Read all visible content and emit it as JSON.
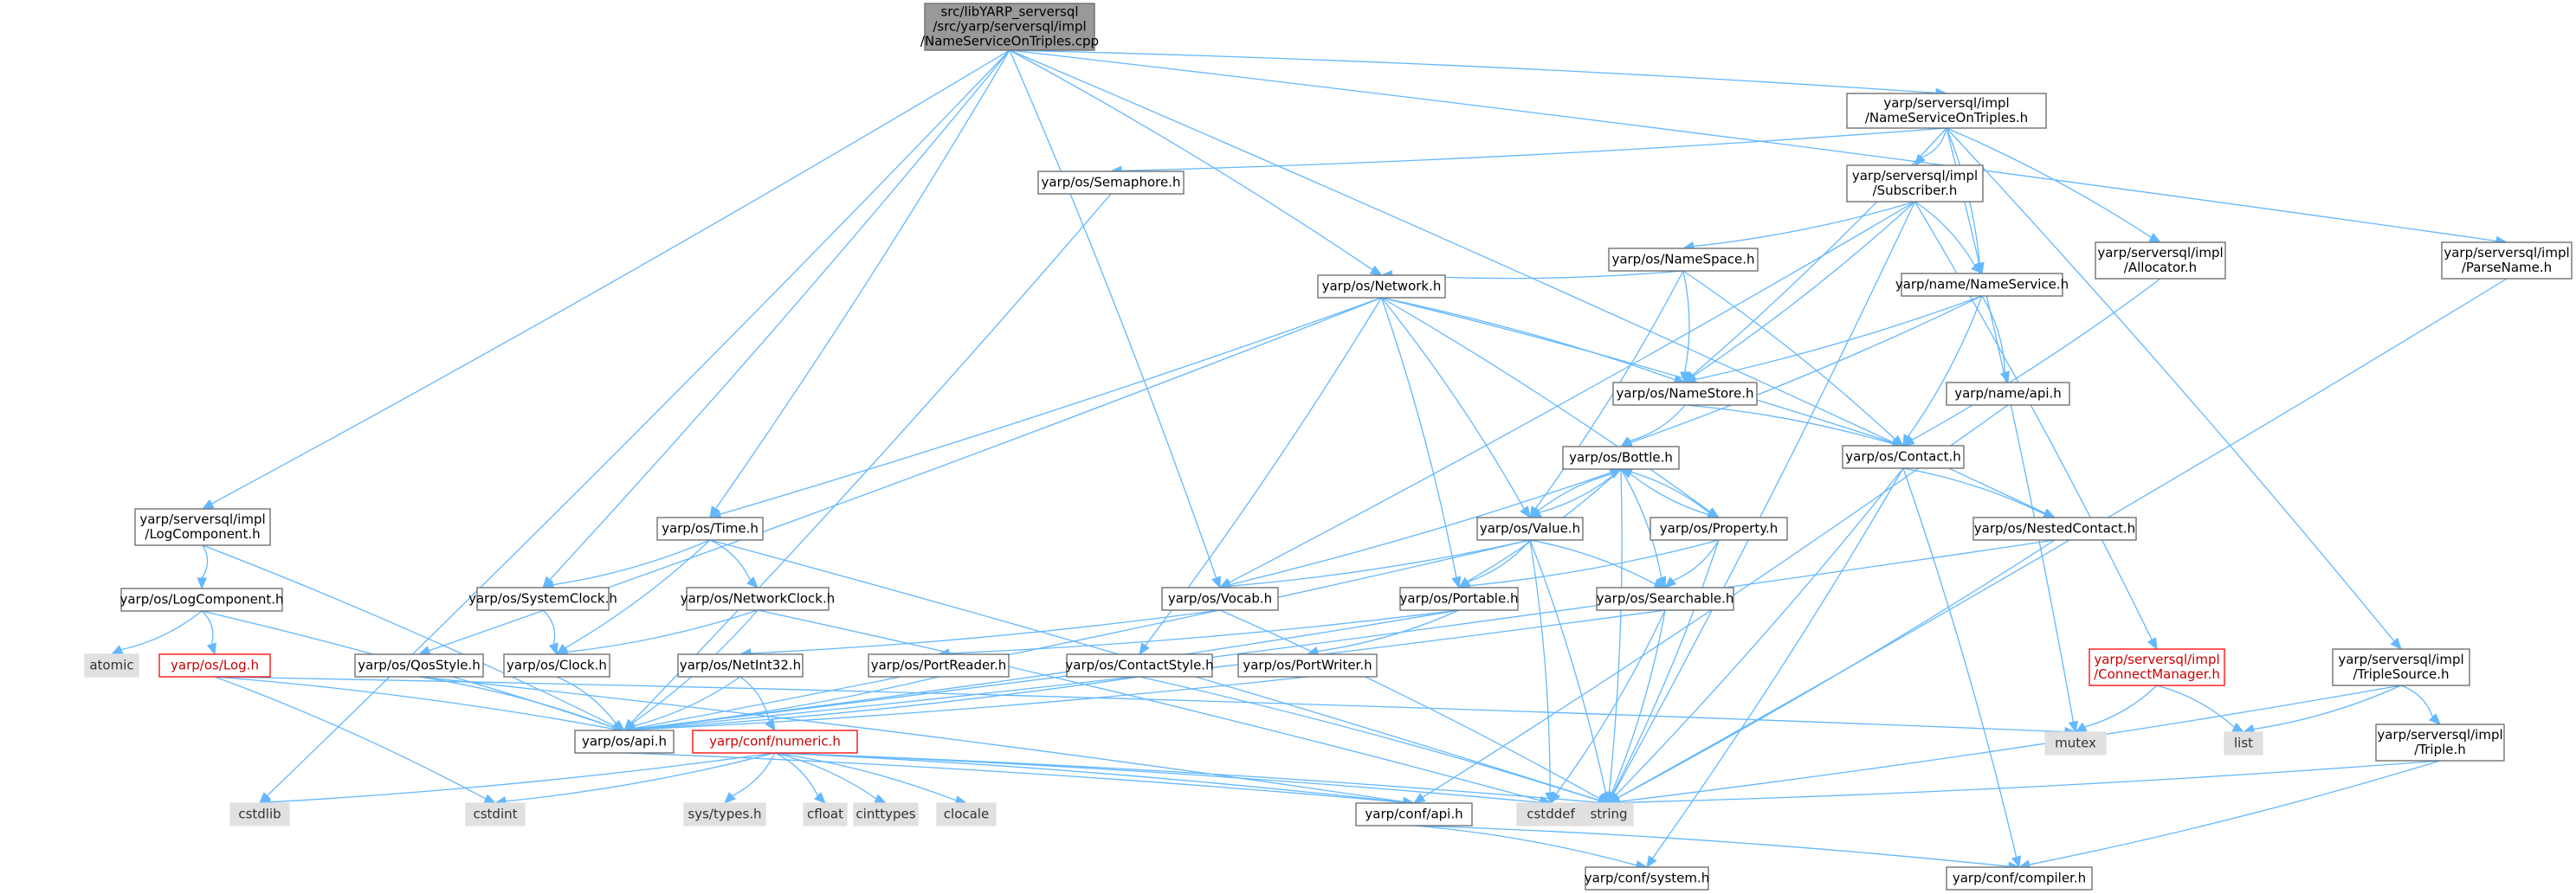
{
  "colors": {
    "edge": "#63b8ff",
    "node_border": "#666666",
    "root_fill": "#999999",
    "external_fill": "#e0e0e0",
    "missing_border": "#ff0000",
    "missing_text": "#cc0000"
  },
  "nodes": [
    {
      "id": "root",
      "lines": [
        "src/libYARP_serversql",
        "/src/yarp/serversql/impl",
        "/NameServiceOnTriples.cpp"
      ],
      "kind": "root"
    },
    {
      "id": "nsot_h",
      "lines": [
        "yarp/serversql/impl",
        "/NameServiceOnTriples.h"
      ],
      "kind": "normal"
    },
    {
      "id": "semaphore",
      "lines": [
        "yarp/os/Semaphore.h"
      ],
      "kind": "normal"
    },
    {
      "id": "subscriber",
      "lines": [
        "yarp/serversql/impl",
        "/Subscriber.h"
      ],
      "kind": "normal"
    },
    {
      "id": "allocator",
      "lines": [
        "yarp/serversql/impl",
        "/Allocator.h"
      ],
      "kind": "normal"
    },
    {
      "id": "parsename",
      "lines": [
        "yarp/serversql/impl",
        "/ParseName.h"
      ],
      "kind": "normal"
    },
    {
      "id": "namespace",
      "lines": [
        "yarp/os/NameSpace.h"
      ],
      "kind": "normal"
    },
    {
      "id": "network",
      "lines": [
        "yarp/os/Network.h"
      ],
      "kind": "normal"
    },
    {
      "id": "nameservice",
      "lines": [
        "yarp/name/NameService.h"
      ],
      "kind": "normal"
    },
    {
      "id": "namestore",
      "lines": [
        "yarp/os/NameStore.h"
      ],
      "kind": "normal"
    },
    {
      "id": "nameapi",
      "lines": [
        "yarp/name/api.h"
      ],
      "kind": "normal"
    },
    {
      "id": "contact",
      "lines": [
        "yarp/os/Contact.h"
      ],
      "kind": "normal"
    },
    {
      "id": "bottle",
      "lines": [
        "yarp/os/Bottle.h"
      ],
      "kind": "normal"
    },
    {
      "id": "logcomp_impl",
      "lines": [
        "yarp/serversql/impl",
        "/LogComponent.h"
      ],
      "kind": "normal"
    },
    {
      "id": "time",
      "lines": [
        "yarp/os/Time.h"
      ],
      "kind": "normal"
    },
    {
      "id": "value",
      "lines": [
        "yarp/os/Value.h"
      ],
      "kind": "normal"
    },
    {
      "id": "property",
      "lines": [
        "yarp/os/Property.h"
      ],
      "kind": "normal"
    },
    {
      "id": "nestedcontact",
      "lines": [
        "yarp/os/NestedContact.h"
      ],
      "kind": "normal"
    },
    {
      "id": "oslogcomp",
      "lines": [
        "yarp/os/LogComponent.h"
      ],
      "kind": "normal"
    },
    {
      "id": "systemclock",
      "lines": [
        "yarp/os/SystemClock.h"
      ],
      "kind": "normal"
    },
    {
      "id": "networkclock",
      "lines": [
        "yarp/os/NetworkClock.h"
      ],
      "kind": "normal"
    },
    {
      "id": "vocab",
      "lines": [
        "yarp/os/Vocab.h"
      ],
      "kind": "normal"
    },
    {
      "id": "portable",
      "lines": [
        "yarp/os/Portable.h"
      ],
      "kind": "normal"
    },
    {
      "id": "searchable",
      "lines": [
        "yarp/os/Searchable.h"
      ],
      "kind": "normal"
    },
    {
      "id": "atomic",
      "lines": [
        "atomic"
      ],
      "kind": "ext"
    },
    {
      "id": "log",
      "lines": [
        "yarp/os/Log.h"
      ],
      "kind": "red"
    },
    {
      "id": "qosstyle",
      "lines": [
        "yarp/os/QosStyle.h"
      ],
      "kind": "normal"
    },
    {
      "id": "clock",
      "lines": [
        "yarp/os/Clock.h"
      ],
      "kind": "normal"
    },
    {
      "id": "netint32",
      "lines": [
        "yarp/os/NetInt32.h"
      ],
      "kind": "normal"
    },
    {
      "id": "portreader",
      "lines": [
        "yarp/os/PortReader.h"
      ],
      "kind": "normal"
    },
    {
      "id": "contactstyle",
      "lines": [
        "yarp/os/ContactStyle.h"
      ],
      "kind": "normal"
    },
    {
      "id": "portwriter",
      "lines": [
        "yarp/os/PortWriter.h"
      ],
      "kind": "normal"
    },
    {
      "id": "connectmanager",
      "lines": [
        "yarp/serversql/impl",
        "/ConnectManager.h"
      ],
      "kind": "red"
    },
    {
      "id": "triplesource",
      "lines": [
        "yarp/serversql/impl",
        "/TripleSource.h"
      ],
      "kind": "normal"
    },
    {
      "id": "triple",
      "lines": [
        "yarp/serversql/impl",
        "/Triple.h"
      ],
      "kind": "normal"
    },
    {
      "id": "osapi",
      "lines": [
        "yarp/os/api.h"
      ],
      "kind": "normal"
    },
    {
      "id": "numeric",
      "lines": [
        "yarp/conf/numeric.h"
      ],
      "kind": "red"
    },
    {
      "id": "mutex",
      "lines": [
        "mutex"
      ],
      "kind": "ext"
    },
    {
      "id": "list",
      "lines": [
        "list"
      ],
      "kind": "ext"
    },
    {
      "id": "cstdlib",
      "lines": [
        "cstdlib"
      ],
      "kind": "ext"
    },
    {
      "id": "cstdint",
      "lines": [
        "cstdint"
      ],
      "kind": "ext"
    },
    {
      "id": "systypes",
      "lines": [
        "sys/types.h"
      ],
      "kind": "ext"
    },
    {
      "id": "cfloat",
      "lines": [
        "cfloat"
      ],
      "kind": "ext"
    },
    {
      "id": "cinttypes",
      "lines": [
        "cinttypes"
      ],
      "kind": "ext"
    },
    {
      "id": "clocale",
      "lines": [
        "clocale"
      ],
      "kind": "ext"
    },
    {
      "id": "confapi",
      "lines": [
        "yarp/conf/api.h"
      ],
      "kind": "normal"
    },
    {
      "id": "cstddef",
      "lines": [
        "cstddef"
      ],
      "kind": "ext"
    },
    {
      "id": "string",
      "lines": [
        "string"
      ],
      "kind": "ext"
    },
    {
      "id": "confsystem",
      "lines": [
        "yarp/conf/system.h"
      ],
      "kind": "normal"
    },
    {
      "id": "confcompiler",
      "lines": [
        "yarp/conf/compiler.h"
      ],
      "kind": "normal"
    }
  ],
  "edges": [
    [
      "root",
      "nsot_h"
    ],
    [
      "root",
      "network"
    ],
    [
      "root",
      "time"
    ],
    [
      "root",
      "systemclock"
    ],
    [
      "root",
      "vocab"
    ],
    [
      "root",
      "nestedcontact"
    ],
    [
      "root",
      "parsename"
    ],
    [
      "root",
      "logcomp_impl"
    ],
    [
      "root",
      "cstdlib"
    ],
    [
      "nsot_h",
      "semaphore"
    ],
    [
      "nsot_h",
      "subscriber"
    ],
    [
      "nsot_h",
      "allocator"
    ],
    [
      "nsot_h",
      "namestore"
    ],
    [
      "nsot_h",
      "nameservice"
    ],
    [
      "nsot_h",
      "triplesource"
    ],
    [
      "nsot_h",
      "mutex"
    ],
    [
      "semaphore",
      "osapi"
    ],
    [
      "subscriber",
      "namespace"
    ],
    [
      "subscriber",
      "nameservice"
    ],
    [
      "subscriber",
      "namestore"
    ],
    [
      "subscriber",
      "vocab"
    ],
    [
      "subscriber",
      "connectmanager"
    ],
    [
      "subscriber",
      "string"
    ],
    [
      "allocator",
      "contact"
    ],
    [
      "parsename",
      "string"
    ],
    [
      "namespace",
      "network"
    ],
    [
      "namespace",
      "namestore"
    ],
    [
      "namespace",
      "contact"
    ],
    [
      "namespace",
      "value"
    ],
    [
      "network",
      "namestore"
    ],
    [
      "network",
      "contact"
    ],
    [
      "network",
      "time"
    ],
    [
      "network",
      "value"
    ],
    [
      "network",
      "property"
    ],
    [
      "network",
      "portable"
    ],
    [
      "network",
      "qosstyle"
    ],
    [
      "network",
      "contactstyle"
    ],
    [
      "nameservice",
      "namestore"
    ],
    [
      "nameservice",
      "nameapi"
    ],
    [
      "nameservice",
      "contact"
    ],
    [
      "nameservice",
      "bottle"
    ],
    [
      "namestore",
      "contact"
    ],
    [
      "namestore",
      "bottle"
    ],
    [
      "nameapi",
      "confapi"
    ],
    [
      "contact",
      "nestedcontact"
    ],
    [
      "contact",
      "string"
    ],
    [
      "contact",
      "confsystem"
    ],
    [
      "contact",
      "confcompiler"
    ],
    [
      "bottle",
      "value"
    ],
    [
      "bottle",
      "property"
    ],
    [
      "bottle",
      "searchable"
    ],
    [
      "bottle",
      "portable"
    ],
    [
      "bottle",
      "vocab"
    ],
    [
      "bottle",
      "string"
    ],
    [
      "value",
      "bottle"
    ],
    [
      "value",
      "vocab"
    ],
    [
      "value",
      "portable"
    ],
    [
      "value",
      "searchable"
    ],
    [
      "value",
      "osapi"
    ],
    [
      "value",
      "cstddef"
    ],
    [
      "value",
      "string"
    ],
    [
      "property",
      "bottle"
    ],
    [
      "property",
      "portable"
    ],
    [
      "property",
      "searchable"
    ],
    [
      "property",
      "string"
    ],
    [
      "nestedcontact",
      "osapi"
    ],
    [
      "nestedcontact",
      "string"
    ],
    [
      "logcomp_impl",
      "oslogcomp"
    ],
    [
      "logcomp_impl",
      "osapi"
    ],
    [
      "oslogcomp",
      "atomic"
    ],
    [
      "oslogcomp",
      "log"
    ],
    [
      "oslogcomp",
      "osapi"
    ],
    [
      "time",
      "systemclock"
    ],
    [
      "time",
      "networkclock"
    ],
    [
      "time",
      "clock"
    ],
    [
      "time",
      "string"
    ],
    [
      "systemclock",
      "clock"
    ],
    [
      "networkclock",
      "clock"
    ],
    [
      "networkclock",
      "osapi"
    ],
    [
      "networkclock",
      "cstddef"
    ],
    [
      "vocab",
      "netint32"
    ],
    [
      "vocab",
      "string"
    ],
    [
      "portable",
      "portreader"
    ],
    [
      "portable",
      "portwriter"
    ],
    [
      "portable",
      "osapi"
    ],
    [
      "searchable",
      "osapi"
    ],
    [
      "searchable",
      "cstddef"
    ],
    [
      "searchable",
      "string"
    ],
    [
      "log",
      "osapi"
    ],
    [
      "log",
      "cstdint"
    ],
    [
      "log",
      "mutex"
    ],
    [
      "qosstyle",
      "osapi"
    ],
    [
      "qosstyle",
      "confapi"
    ],
    [
      "clock",
      "osapi"
    ],
    [
      "netint32",
      "osapi"
    ],
    [
      "netint32",
      "numeric"
    ],
    [
      "portreader",
      "osapi"
    ],
    [
      "contactstyle",
      "osapi"
    ],
    [
      "contactstyle",
      "string"
    ],
    [
      "portwriter",
      "osapi"
    ],
    [
      "connectmanager",
      "mutex"
    ],
    [
      "connectmanager",
      "list"
    ],
    [
      "triplesource",
      "list"
    ],
    [
      "triplesource",
      "triple"
    ],
    [
      "triplesource",
      "string"
    ],
    [
      "triple",
      "string"
    ],
    [
      "triple",
      "confcompiler"
    ],
    [
      "osapi",
      "confapi"
    ],
    [
      "numeric",
      "cstdlib"
    ],
    [
      "numeric",
      "cstdint"
    ],
    [
      "numeric",
      "systypes"
    ],
    [
      "numeric",
      "cfloat"
    ],
    [
      "numeric",
      "cinttypes"
    ],
    [
      "numeric",
      "clocale"
    ],
    [
      "numeric",
      "confapi"
    ],
    [
      "numeric",
      "cstddef"
    ],
    [
      "numeric",
      "string"
    ],
    [
      "confapi",
      "confsystem"
    ],
    [
      "confapi",
      "confcompiler"
    ]
  ]
}
